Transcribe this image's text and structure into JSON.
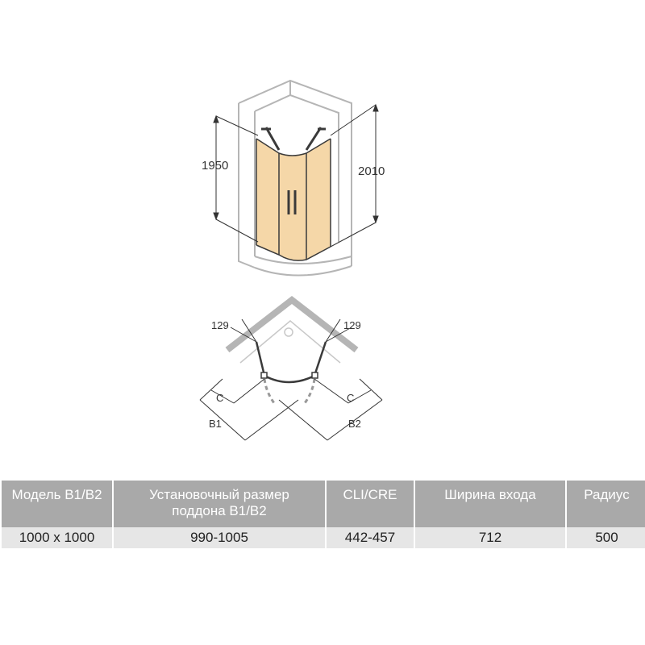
{
  "front_view": {
    "height_left": "1950",
    "height_right": "2010"
  },
  "plan_view": {
    "offset_left": "129",
    "offset_right": "129",
    "c_left": "C",
    "c_right": "C",
    "b1": "B1",
    "b2": "B2"
  },
  "table": {
    "headers": [
      [
        "Модель B1/B2"
      ],
      [
        "Установочный размер",
        "поддона B1/B2"
      ],
      [
        "CLI/CRE"
      ],
      [
        "Ширина входа"
      ],
      [
        "Радиус"
      ]
    ],
    "rows": [
      [
        "1000 x 1000",
        "990-1005",
        "442-457",
        "712",
        "500"
      ]
    ]
  },
  "colors": {
    "glass": "#f5d7a8",
    "frame": "#3a3a3a",
    "outline": "#b5b5b5",
    "header_bg": "#a9a9a9",
    "row_bg": "#e6e6e6"
  }
}
